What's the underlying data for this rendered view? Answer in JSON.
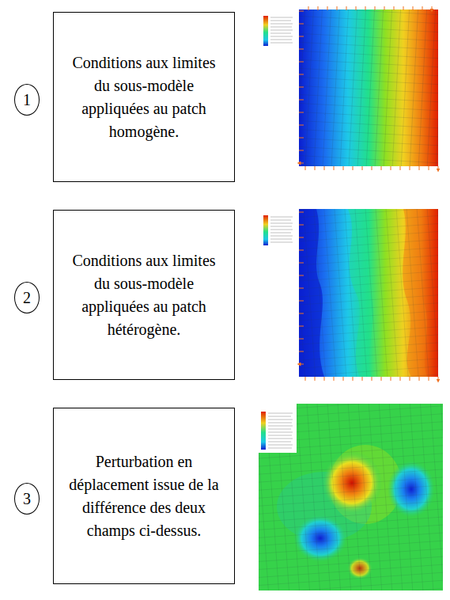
{
  "diagram": {
    "nodes": [
      {
        "text": [
          "1"
        ]
      },
      {
        "text": [
          "Conditions aux limites du sous-modèle appliquées au patch homogène."
        ]
      },
      {
        "text": [
          "2"
        ]
      },
      {
        "text": [
          "Conditions aux limites du sous-modèle appliquées au patch hétérogène."
        ]
      },
      {
        "text": [
          "3"
        ]
      },
      {
        "text": [
          "Perturbation en déplacement issue de la différence des deux champs ci-dessus."
        ]
      }
    ]
  }
}
